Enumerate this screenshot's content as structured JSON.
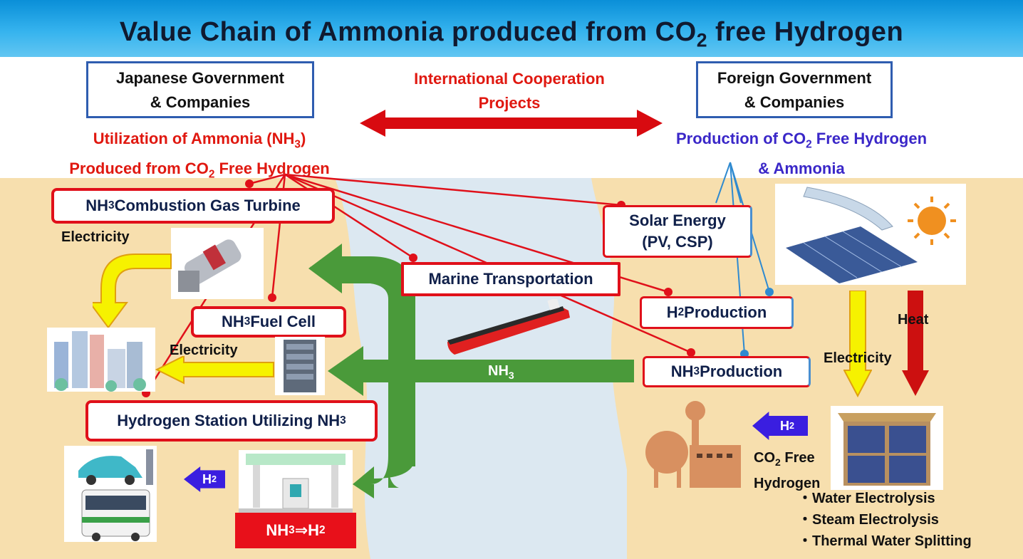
{
  "title": "Value Chain of Ammonia produced from CO2 free Hydrogen",
  "title_parts": {
    "pre": "Value Chain of Ammonia produced from CO",
    "sub": "2",
    "post": " free Hydrogen"
  },
  "left_gov": {
    "line1": "Japanese Government",
    "line2": "& Companies"
  },
  "right_gov": {
    "line1": "Foreign Government",
    "line2": "& Companies"
  },
  "cooperation": {
    "line1": "International  Cooperation",
    "line2": "Projects"
  },
  "utilization": {
    "l1_pre": "Utilization of Ammonia (NH",
    "l1_sub": "3",
    "l1_post": ")",
    "l2_pre": "Produced from CO",
    "l2_sub": "2",
    "l2_post": " Free Hydrogen"
  },
  "production_header": {
    "l1_pre": "Production of CO",
    "l1_sub": "2",
    "l1_post": " Free Hydrogen",
    "l2": "& Ammonia"
  },
  "boxes": {
    "gas_turbine": {
      "pre": "NH",
      "sub": "3",
      "post": " Combustion Gas Turbine"
    },
    "fuel_cell": {
      "pre": "NH",
      "sub": "3",
      "post": " Fuel Cell"
    },
    "h2_station": {
      "pre": "Hydrogen Station Utilizing NH",
      "sub": "3"
    },
    "marine": "Marine  Transportation",
    "solar": {
      "line1": "Solar Energy",
      "line2": "(PV, CSP)"
    },
    "h2_production": {
      "pre": "H",
      "sub": "2",
      "post": " Production"
    },
    "nh3_production": {
      "pre": "NH",
      "sub": "3",
      "post": " Production"
    },
    "nh3_to_h2": {
      "a": "NH",
      "a_sub": "3",
      "arrow": " ⇒H",
      "b_sub": "2"
    }
  },
  "labels": {
    "electricity_1": "Electricity",
    "electricity_2": "Electricity",
    "electricity_3": "Electricity",
    "heat": "Heat",
    "nh3_flow": {
      "pre": "NH",
      "sub": "3"
    },
    "h2_left": {
      "pre": "H",
      "sub": "2"
    },
    "h2_right": {
      "pre": "H",
      "sub": "2"
    },
    "co2_free": {
      "l1_pre": "CO",
      "l1_sub": "2",
      "l1_post": " Free",
      "l2": "Hydrogen"
    }
  },
  "methods": [
    "・Water Electrolysis",
    "・Steam Electrolysis",
    "・Thermal Water Splitting"
  ],
  "colors": {
    "accent_red": "#e0101a",
    "blue_text": "#3a27c8",
    "green_arrow": "#4a9a3a",
    "yellow_arrow": "#f6f200",
    "dark_red_arrow": "#cc1010",
    "sand": "#f7dfae",
    "sea": "#dce8f1",
    "h2_box": "#3a1ee0"
  }
}
